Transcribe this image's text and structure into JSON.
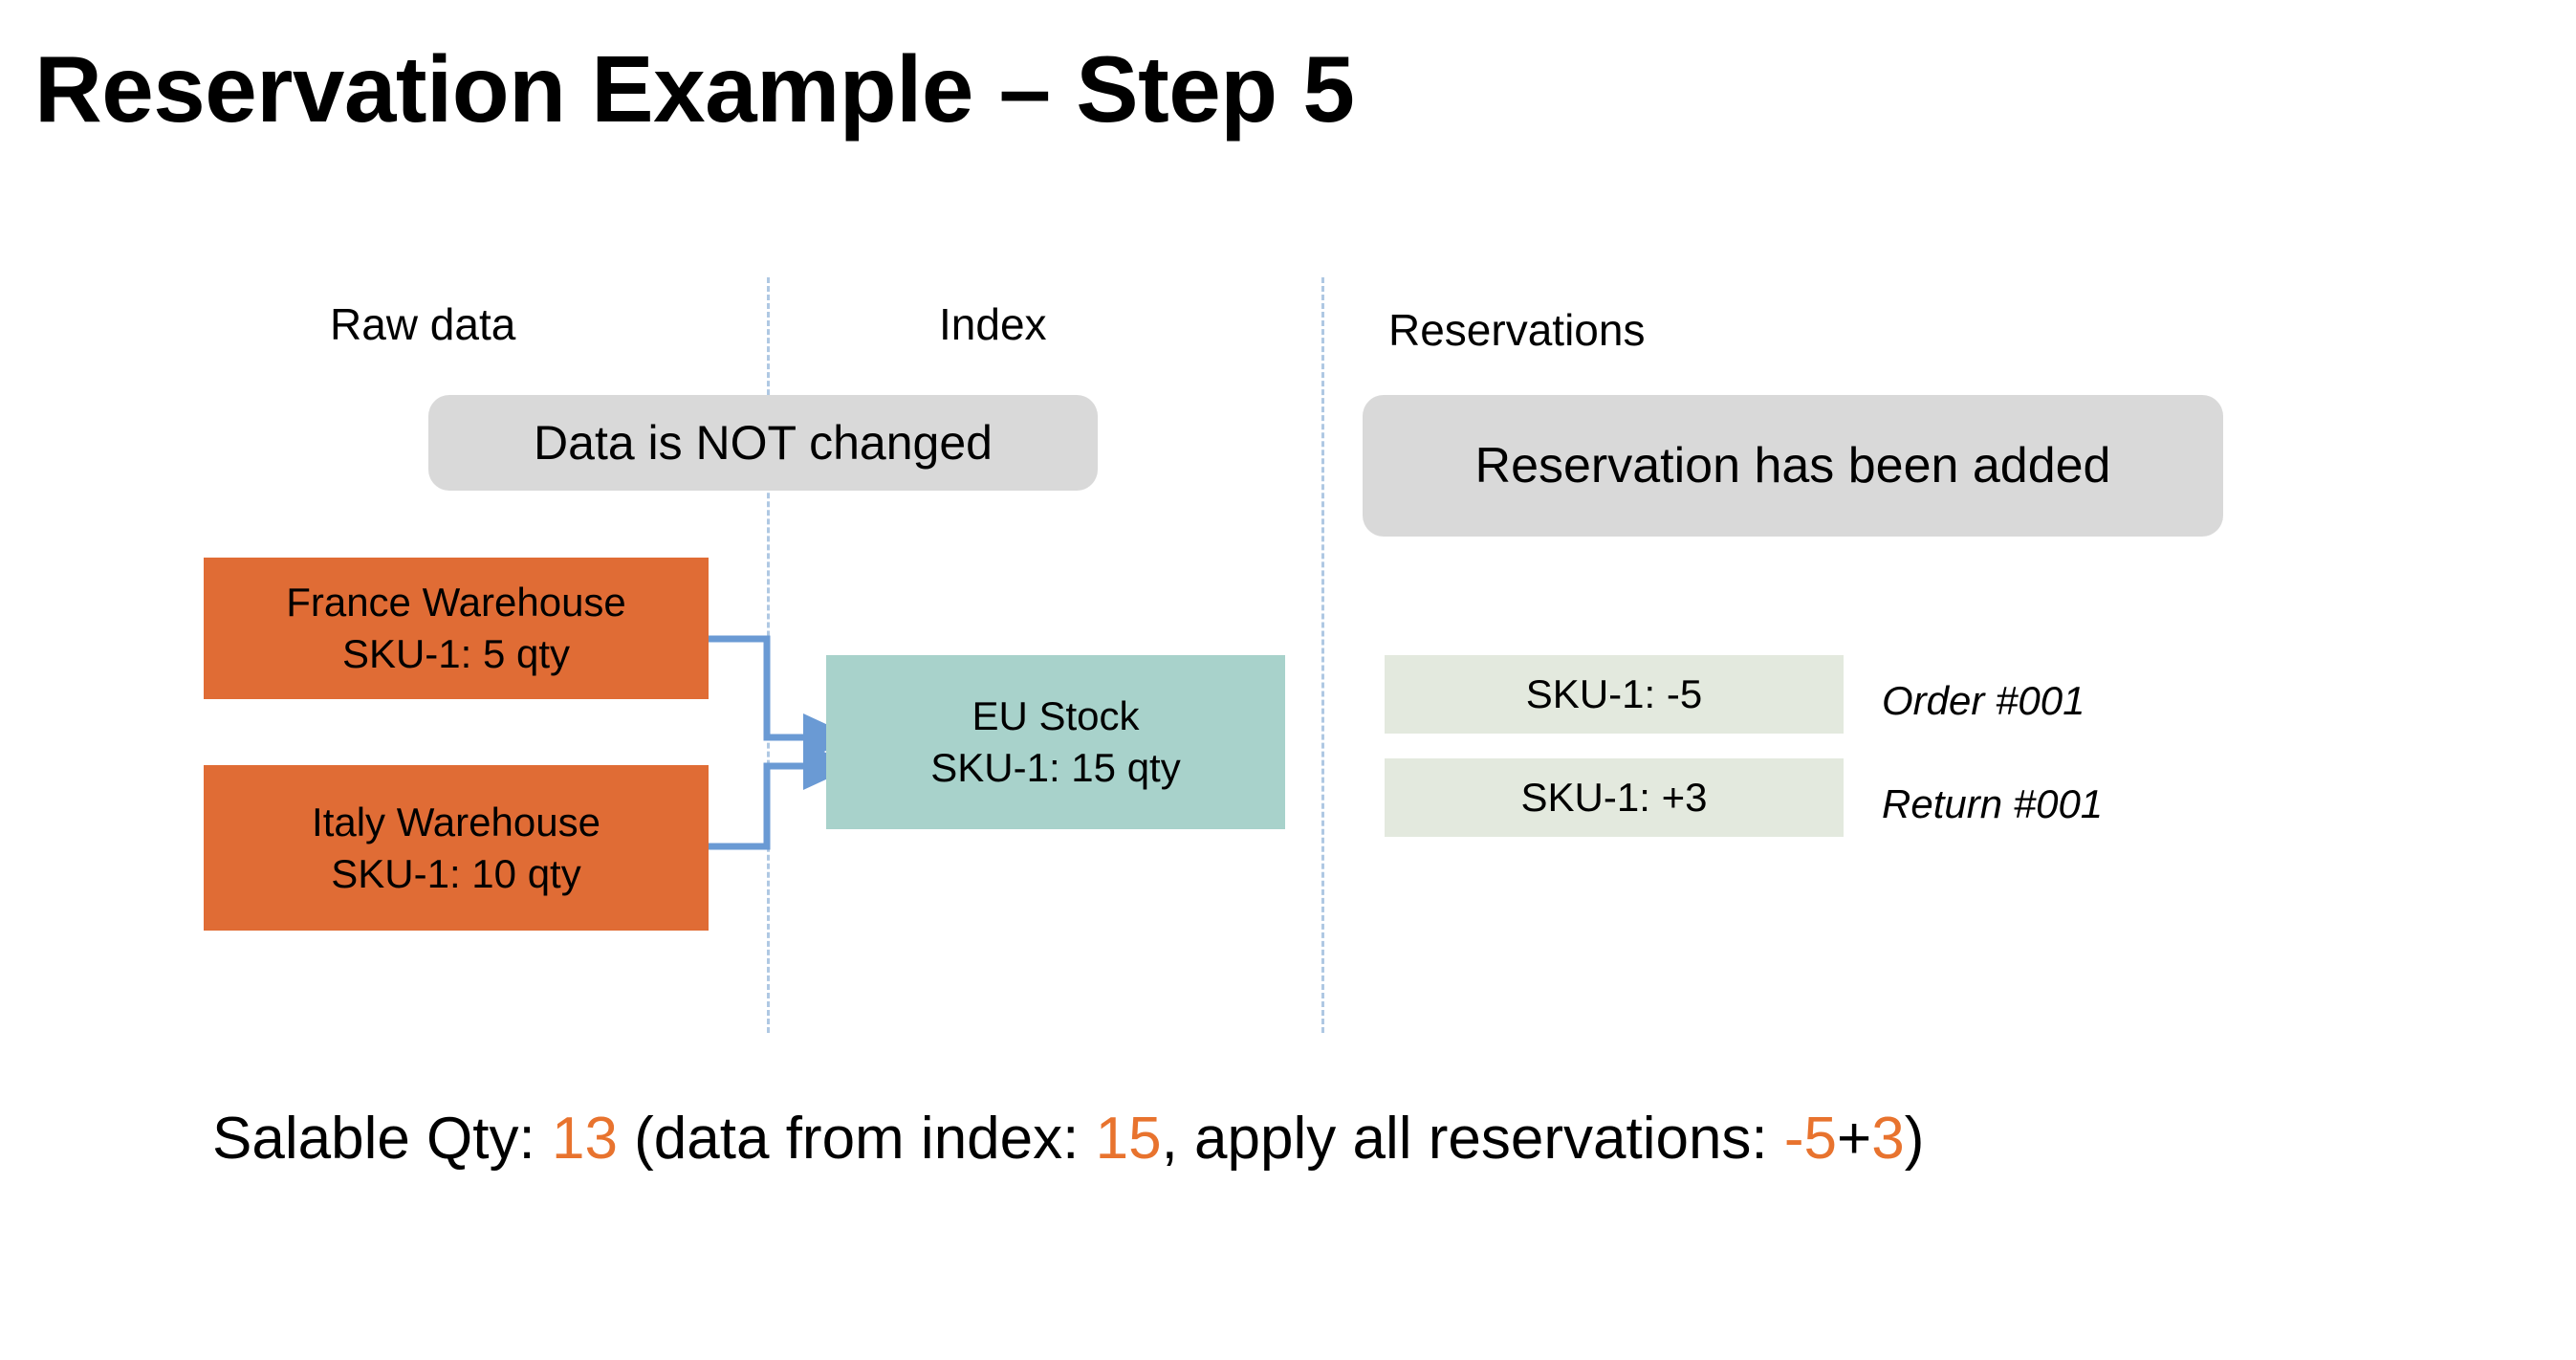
{
  "slide": {
    "title": "Reservation Example – Step 5",
    "background_color": "#FFFFFF"
  },
  "columns": {
    "raw_data_header": "Raw data",
    "index_header": "Index",
    "reservations_header": "Reservations"
  },
  "banners": {
    "data_not_changed": "Data is NOT changed",
    "reservation_added": "Reservation has been added",
    "background_color": "#D9D9D9"
  },
  "raw_data": {
    "boxes": [
      {
        "name": "France Warehouse",
        "qty": "SKU-1: 5 qty"
      },
      {
        "name": "Italy Warehouse",
        "qty": "SKU-1: 10 qty"
      }
    ],
    "color": "#E06C35"
  },
  "index": {
    "box": {
      "name": "EU Stock",
      "qty": "SKU-1: 15 qty"
    },
    "color": "#A8D2CB"
  },
  "reservations": {
    "rows": [
      {
        "chip": "SKU-1: -5",
        "label": "Order #001"
      },
      {
        "chip": "SKU-1: +3",
        "label": "Return #001"
      }
    ],
    "chip_color": "#E3E9DE"
  },
  "connectors": {
    "color": "#6A9AD4"
  },
  "footer": {
    "prefix": "Salable Qty: ",
    "salable_qty": "13",
    "mid_open": " (data from index: ",
    "index_qty": "15",
    "mid_two": ", apply all reservations: ",
    "reservation_negative": "-5",
    "plus_sign": "+",
    "reservation_positive": "3",
    "close_paren": ")",
    "accent_color": "#E8732E"
  }
}
